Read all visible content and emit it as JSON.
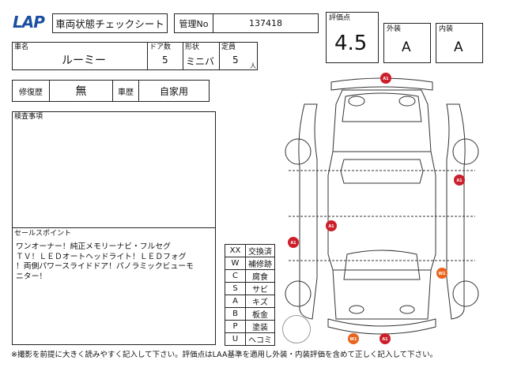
{
  "header": {
    "logo_text": "LAP",
    "sheet_title": "車両状態チェックシート",
    "kanri_label": "管理No",
    "kanri_value": "137418"
  },
  "grades": {
    "score_label": "評価点",
    "score_value": "4.5",
    "exterior_label": "外装",
    "exterior_value": "A",
    "interior_label": "内装",
    "interior_value": "A"
  },
  "vehicle": {
    "name_label": "車名",
    "name_value": "ルーミー",
    "doors_label": "ドア数",
    "doors_value": "5",
    "shape_label": "形状",
    "shape_value": "ミニバ",
    "capacity_label": "定員",
    "capacity_value": "5",
    "capacity_unit": "人"
  },
  "history": {
    "repair_label": "修復歴",
    "repair_value": "無",
    "usage_label": "車歴",
    "usage_value": "自家用"
  },
  "inspection": {
    "label": "検査事項",
    "text": ""
  },
  "sales_points": {
    "label": "セールスポイント",
    "lines": [
      "ワンオーナー！純正メモリーナビ・フルセグ",
      "ＴＶ！ＬＥＤオートヘッドライト！ＬＥＤフォグ",
      "！両側パワースライドドア！パノラミックビューモ",
      "ニター！"
    ]
  },
  "legend": [
    {
      "code": "XX",
      "meaning": "交換済"
    },
    {
      "code": "W",
      "meaning": "補修跡"
    },
    {
      "code": "C",
      "meaning": "腐食"
    },
    {
      "code": "S",
      "meaning": "サビ"
    },
    {
      "code": "A",
      "meaning": "キズ"
    },
    {
      "code": "B",
      "meaning": "板金"
    },
    {
      "code": "P",
      "meaning": "塗装"
    },
    {
      "code": "U",
      "meaning": "ヘコミ"
    }
  ],
  "damage_marks": [
    {
      "code": "A1",
      "color": "#cc1f2b"
    },
    {
      "code": "A1",
      "color": "#cc1f2b"
    },
    {
      "code": "A1",
      "color": "#cc1f2b"
    },
    {
      "code": "A1",
      "color": "#cc1f2b"
    },
    {
      "code": "W1",
      "color": "#e8641e"
    },
    {
      "code": "W1",
      "color": "#e8641e"
    },
    {
      "code": "A1",
      "color": "#cc1f2b"
    }
  ],
  "footer_note": "※撮影を前提に大きく読みやすく記入して下さい。評価点はLAA基準を適用し外装・内装評価を含めて正しく記入して下さい。"
}
